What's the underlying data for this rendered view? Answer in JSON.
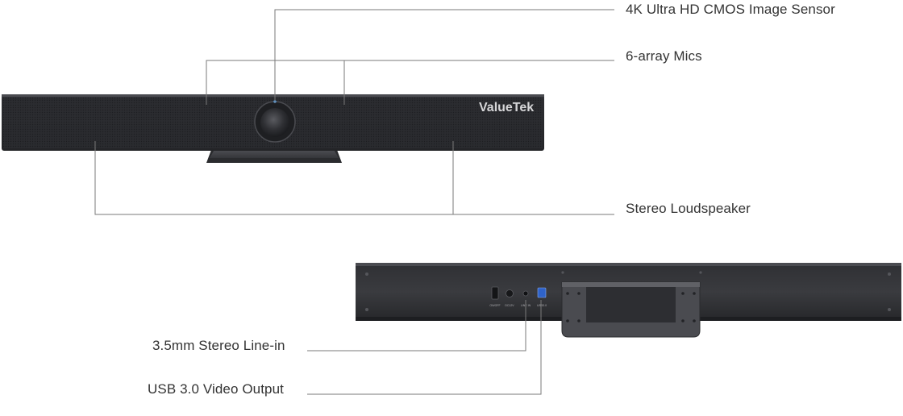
{
  "brand": {
    "logo_text": "ValueTek"
  },
  "front_view": {
    "callouts": {
      "image_sensor": "4K Ultra HD CMOS Image Sensor",
      "mics": "6-array Mics",
      "loudspeaker": "Stereo Loudspeaker"
    }
  },
  "rear_view": {
    "port_labels": {
      "power_switch": "ON/OFF",
      "dc_in": "DC12V",
      "line_in": "LINE IN",
      "usb": "USB3.0"
    },
    "callouts": {
      "line_in": "3.5mm Stereo Line-in",
      "usb_output": "USB 3.0 Video Output"
    }
  },
  "colors": {
    "device_body": "#2a2b2e",
    "device_top": "#3b3c40",
    "leader_line": "#7a7a7a",
    "text": "#333333",
    "usb_port": "#2f63c9"
  }
}
